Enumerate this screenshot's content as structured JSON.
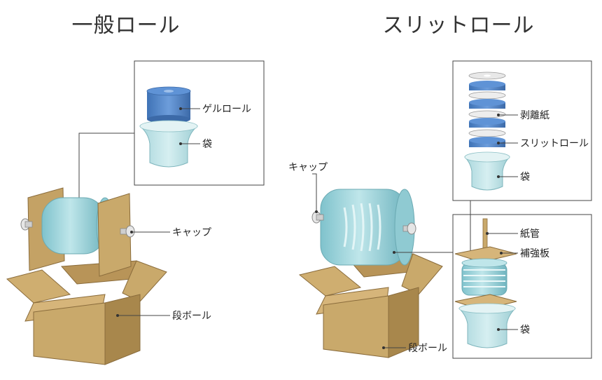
{
  "titles": {
    "general": "一般ロール",
    "slit": "スリットロール"
  },
  "labels_left": {
    "gel_roll": "ゲルロール",
    "bag": "袋",
    "cap": "キャップ",
    "box": "段ボール"
  },
  "labels_right": {
    "cap": "キャップ",
    "release_paper": "剥離紙",
    "slit_roll": "スリットロール",
    "bag_top": "袋",
    "paper_tube": "紙管",
    "reinforcement": "補強板",
    "bag_bottom": "袋",
    "box": "段ボール"
  },
  "colors": {
    "cardboard": "#c9a96b",
    "cardboard_dark": "#a8874c",
    "roll_blue": "#5b8fd0",
    "roll_teal": "#9fd3d8",
    "bag": "#bfe3e6"
  }
}
